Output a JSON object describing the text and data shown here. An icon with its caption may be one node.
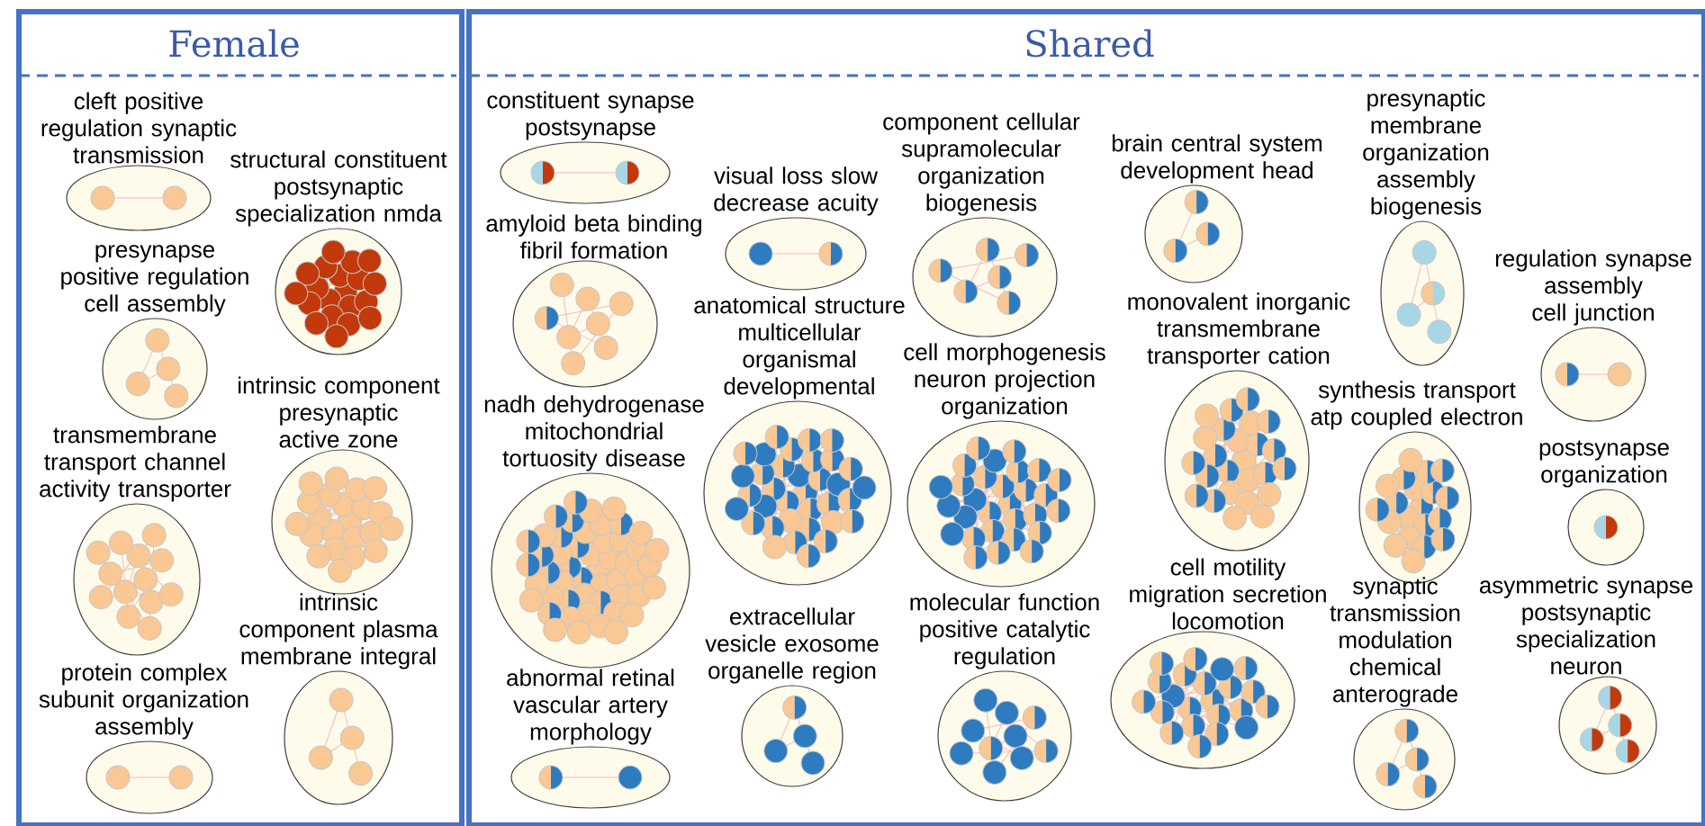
{
  "diagram": {
    "nodes": [
      {
        "text": [
          "Female"
        ]
      },
      {
        "text": [
          "Shared"
        ]
      },
      {
        "text": [
          "cleft positive regulation synaptic transmission"
        ],
        "in": 0
      },
      {
        "text": [
          "structural constituent postsynaptic specialization nmda"
        ],
        "in": 0
      },
      {
        "text": [
          "presynapse positive regulation cell assembly"
        ],
        "in": 0
      },
      {
        "text": [
          "intrinsic component presynaptic active zone"
        ],
        "in": 0
      },
      {
        "text": [
          "transmembrane transport channel activity transporter"
        ],
        "in": 0
      },
      {
        "text": [
          "intrinsic component plasma membrane integral"
        ],
        "in": 0
      },
      {
        "text": [
          "protein complex subunit organization assembly"
        ],
        "in": 0
      },
      {
        "text": [
          "constituent synapse postsynapse"
        ],
        "in": 1
      },
      {
        "text": [
          "visual loss slow decrease acuity"
        ],
        "in": 1
      },
      {
        "text": [
          "amyloid beta binding fibril formation"
        ],
        "in": 1
      },
      {
        "text": [
          "component cellular supramolecular organization biogenesis"
        ],
        "in": 1
      },
      {
        "text": [
          "anatomical structure multicellular organismal developmental"
        ],
        "in": 1
      },
      {
        "text": [
          "cell morphogenesis neuron projection organization"
        ],
        "in": 1
      },
      {
        "text": [
          "nadh dehydrogenase mitochondrial tortuosity disease"
        ],
        "in": 1
      },
      {
        "text": [
          "extracellular vesicle exosome organelle region"
        ],
        "in": 1
      },
      {
        "text": [
          "molecular function positive catalytic regulation"
        ],
        "in": 1
      },
      {
        "text": [
          "abnormal retinal vascular artery morphology"
        ],
        "in": 1
      },
      {
        "text": [
          "brain central system development head"
        ],
        "in": 1
      },
      {
        "text": [
          "presynaptic membrane organization assembly biogenesis"
        ],
        "in": 1
      },
      {
        "text": [
          "monovalent inorganic transmembrane transporter cation"
        ],
        "in": 1
      },
      {
        "text": [
          "regulation synapse assembly cell junction"
        ],
        "in": 1
      },
      {
        "text": [
          "synthesis transport atp coupled electron"
        ],
        "in": 1
      },
      {
        "text": [
          "postsynapse organization"
        ],
        "in": 1
      },
      {
        "text": [
          "cell motility migration secretion locomotion"
        ],
        "in": 1
      },
      {
        "text": [
          "synaptic transmission modulation chemical anterograde"
        ],
        "in": 1
      },
      {
        "text": [
          "asymmetric synapse postsynaptic specialization neuron"
        ],
        "in": 1
      }
    ]
  }
}
